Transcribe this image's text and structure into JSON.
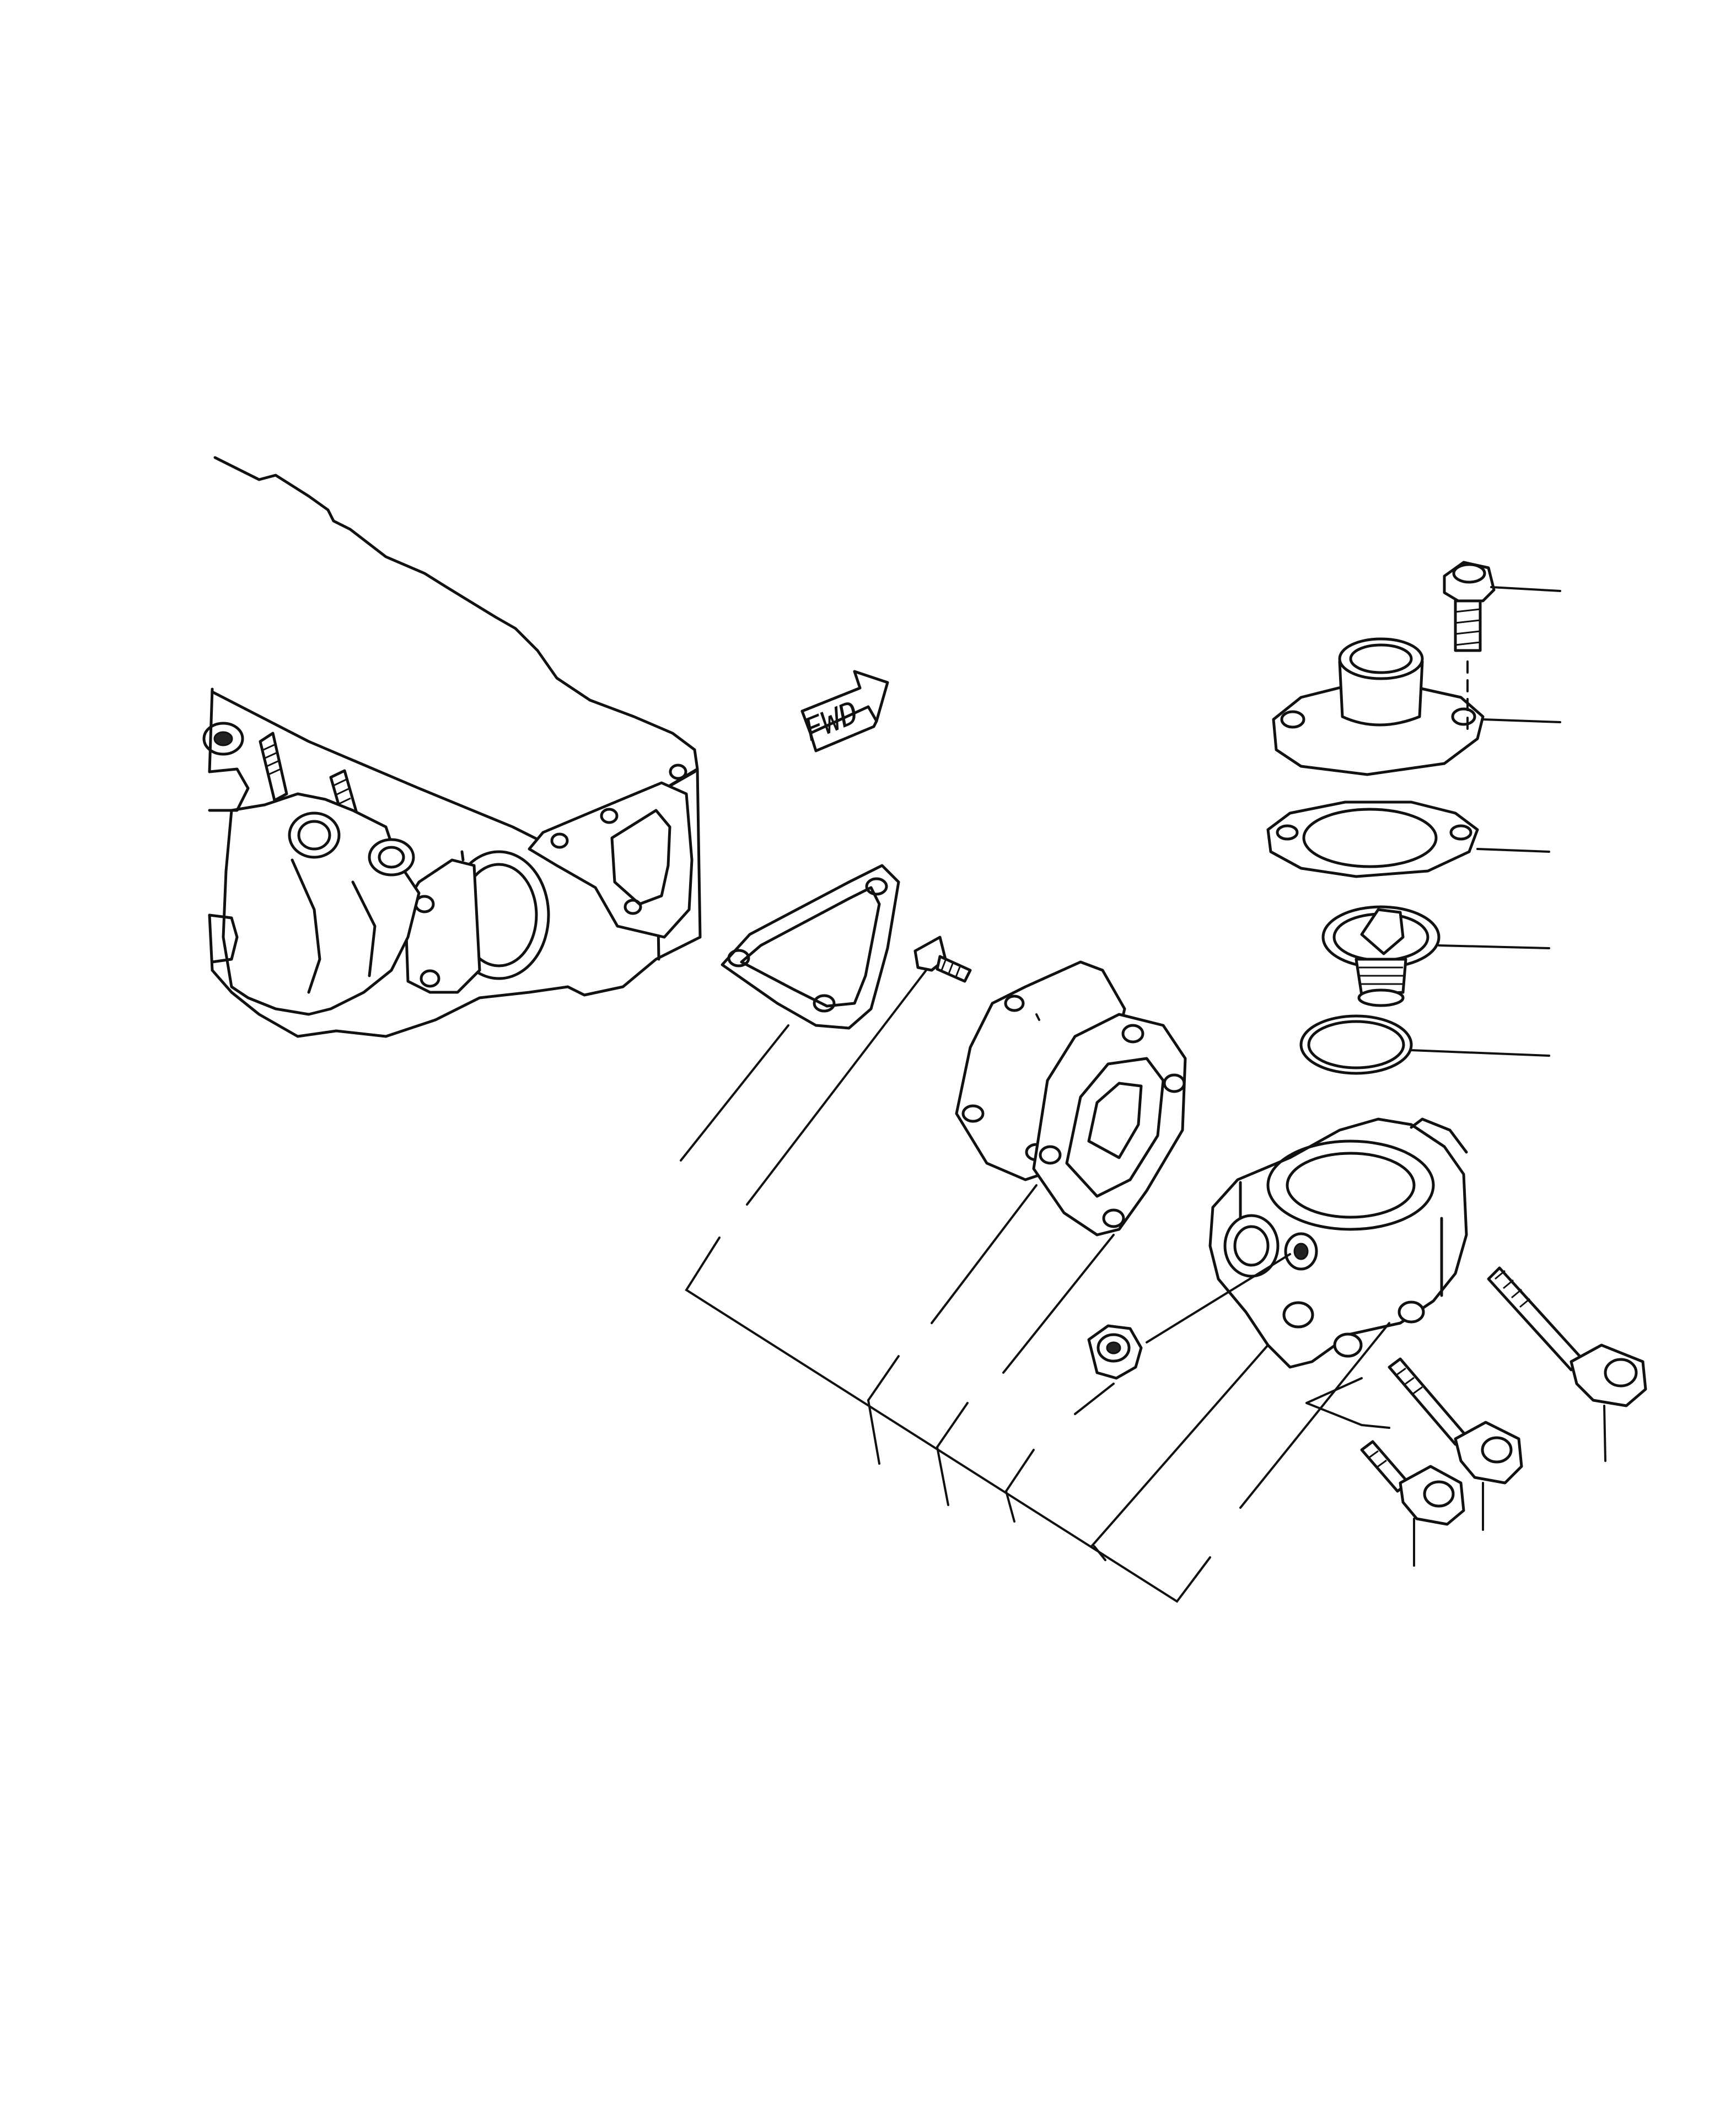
{
  "diagram": {
    "direction_label": "FWD",
    "style": "exploded-parts-line-drawing",
    "parts": [
      {
        "name": "thermostat-housing-bolt",
        "callout": "leader-line"
      },
      {
        "name": "water-outlet-pipe",
        "callout": "leader-line"
      },
      {
        "name": "outlet-gasket",
        "callout": "leader-line"
      },
      {
        "name": "thermostat",
        "callout": "leader-line"
      },
      {
        "name": "thermostat-o-ring",
        "callout": "leader-line"
      },
      {
        "name": "thermostat-housing",
        "callout": "leader-line"
      },
      {
        "name": "housing-bolt-long",
        "callout": "leader-line"
      },
      {
        "name": "housing-bolt-medium",
        "callout": "leader-line"
      },
      {
        "name": "housing-bolt-short",
        "callout": "leader-line"
      },
      {
        "name": "drain-plug",
        "callout": "leader-line"
      },
      {
        "name": "adapter-plate",
        "callout": "leader-line"
      },
      {
        "name": "adapter-gasket",
        "callout": "leader-line"
      },
      {
        "name": "head-gasket",
        "callout": "leader-line"
      },
      {
        "name": "stud-bolt",
        "callout": "leader-line"
      }
    ],
    "colors": {
      "ink": "#111111",
      "paper": "#ffffff"
    }
  }
}
